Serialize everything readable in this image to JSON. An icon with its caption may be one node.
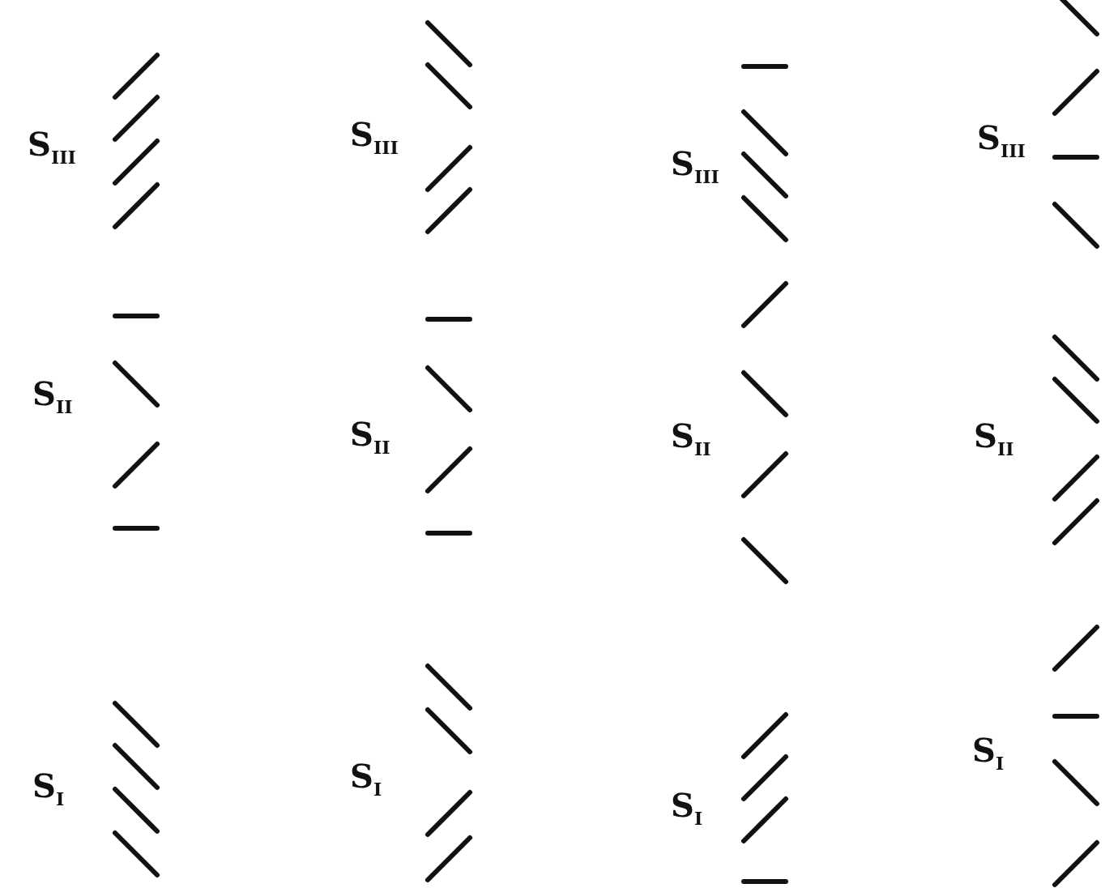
{
  "diagram": {
    "labels": [
      "S$_{III}$",
      "S$_{III}$",
      "S$_{III}$",
      "S$_{III}$",
      "S$_{II}$",
      "S$_{II}$",
      "S$_{II}$",
      "S$_{II}$",
      "S$_{I}$",
      "S$_{I}$",
      "S$_{I}$",
      "S$_{I}$"
    ]
  }
}
